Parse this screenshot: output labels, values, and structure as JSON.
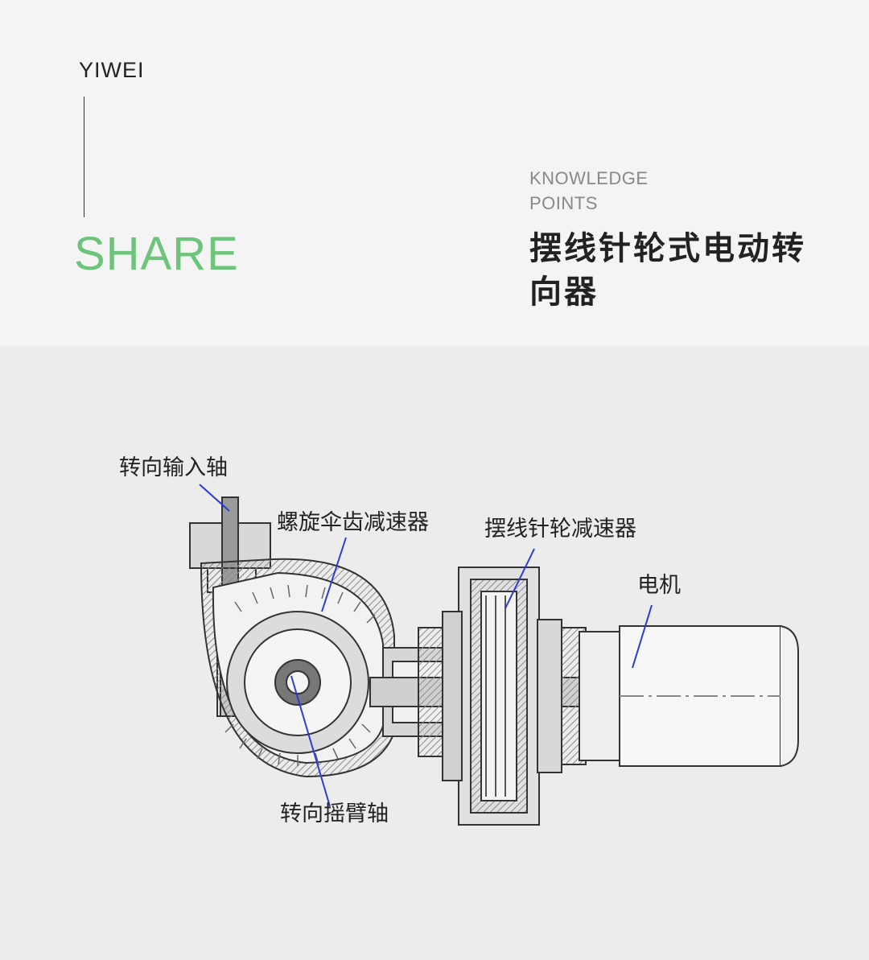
{
  "header": {
    "brand": "YIWEI",
    "share": "SHARE",
    "knowledge_line1": "KNOWLEDGE",
    "knowledge_line2": "POINTS",
    "title": "摆线针轮式电动转向器"
  },
  "diagram": {
    "labels": {
      "input_shaft": "转向输入轴",
      "bevel_reducer": "螺旋伞齿减速器",
      "cycloid_reducer": "摆线针轮减速器",
      "motor": "电机",
      "pitman_shaft": "转向摇臂轴"
    },
    "colors": {
      "leader": "#2b3bd6",
      "line": "#333333",
      "hatch": "#8a8a8a"
    }
  }
}
